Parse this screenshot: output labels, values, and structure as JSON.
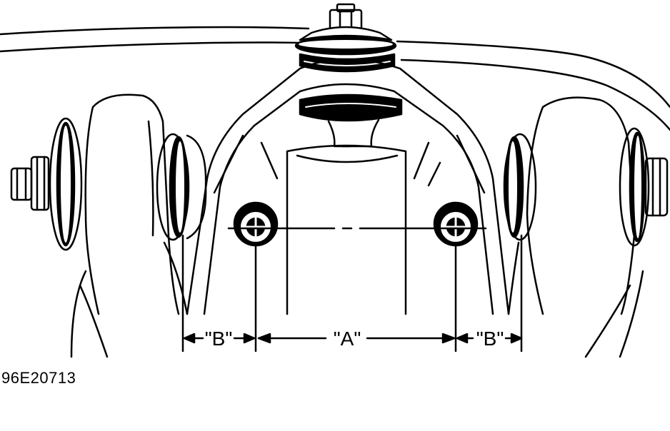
{
  "figure": {
    "id_label": "96E20713"
  },
  "dimensions": {
    "a_label": "\"A\"",
    "b_left_label": "\"B\"",
    "b_right_label": "\"B\""
  }
}
